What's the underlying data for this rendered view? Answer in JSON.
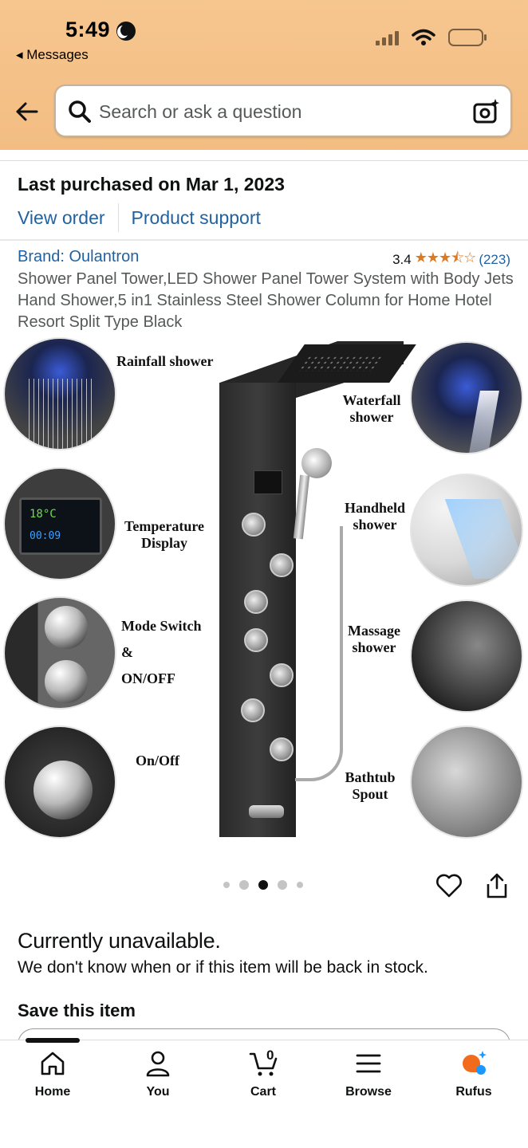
{
  "status_bar": {
    "time": "5:49",
    "back_app": "Messages"
  },
  "search": {
    "placeholder": "Search or ask a question"
  },
  "purchase": {
    "last_purchased": "Last purchased on Mar 1, 2023",
    "view_order": "View order",
    "product_support": "Product support"
  },
  "product": {
    "brand": "Brand: Oulantron",
    "rating": "3.4",
    "stars": "★★★⯪☆",
    "review_count": "(223)",
    "title": "Shower Panel Tower,LED Shower Panel Tower System with Body Jets Hand Shower,5 in1 Stainless Steel Shower Column for Home Hotel Resort Split Type Black",
    "image_labels": {
      "rainfall": "Rainfall shower",
      "temperature_1": "Temperature",
      "temperature_2": "Display",
      "mode_1": "Mode Switch",
      "mode_2": "&",
      "mode_3": "ON/OFF",
      "onoff": "On/Off",
      "waterfall_1": "Waterfall",
      "waterfall_2": "shower",
      "handheld_1": "Handheld",
      "handheld_2": "shower",
      "massage_1": "Massage",
      "massage_2": "shower",
      "bathtub_1": "Bathtub",
      "bathtub_2": "Spout"
    },
    "lcd_top": "18°C",
    "lcd_bottom": "00:09"
  },
  "availability": {
    "status": "Currently unavailable.",
    "message": "We don't know when or if this item will be back in stock.",
    "save_title": "Save this item"
  },
  "tabs": [
    {
      "label": "Home"
    },
    {
      "label": "You"
    },
    {
      "label": "Cart",
      "count": "0"
    },
    {
      "label": "Browse"
    },
    {
      "label": "Rufus"
    }
  ],
  "colors": {
    "link": "#2162a1",
    "star": "#de7921",
    "header": "#f6c68f",
    "rufus_orange": "#f26b1d",
    "rufus_blue": "#1a98ff"
  }
}
